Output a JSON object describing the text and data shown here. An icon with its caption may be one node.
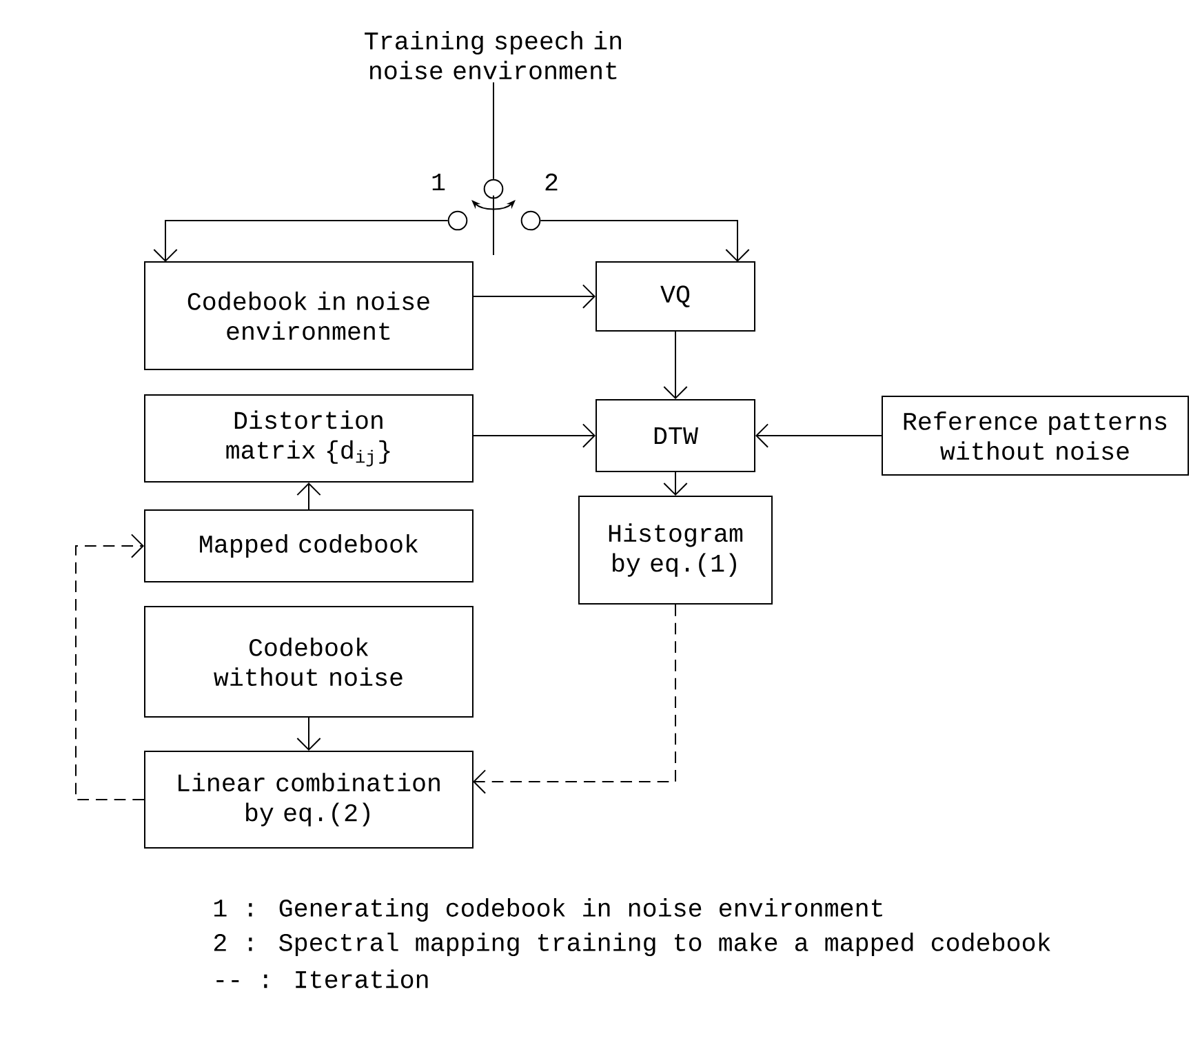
{
  "diagram": {
    "nodes": [
      {
        "text": [
          "Training speech in noise environment"
        ]
      },
      {
        "text": [],
        "shape": "circle"
      },
      {
        "text": [],
        "shape": "circle"
      },
      {
        "text": [],
        "shape": "circle"
      },
      {
        "text": [
          "Codebook in noise environment"
        ]
      },
      {
        "text": [
          "VQ"
        ]
      },
      {
        "text": [
          "Distortion matrix {d$_{ij}$}"
        ]
      },
      {
        "text": [
          "DTW"
        ]
      },
      {
        "text": [
          "Reference patterns without noise"
        ]
      },
      {
        "text": [
          "Mapped codebook"
        ]
      },
      {
        "text": [
          "Histogram by eq.(1)"
        ]
      },
      {
        "text": [
          "Codebook without noise"
        ]
      },
      {
        "text": [
          "Linear combination by eq.(2)"
        ]
      }
    ],
    "edges": [
      {
        "from": 0,
        "to": 1,
        "arrow": "none"
      },
      {
        "from": 2,
        "to": 4,
        "arrow": "to"
      },
      {
        "from": 3,
        "to": 5,
        "arrow": "to"
      },
      {
        "from": 4,
        "to": 5,
        "arrow": "to"
      },
      {
        "from": 5,
        "to": 7,
        "arrow": "to"
      },
      {
        "from": 6,
        "to": 7,
        "arrow": "to"
      },
      {
        "from": 8,
        "to": 7,
        "arrow": "to"
      },
      {
        "from": 7,
        "to": 10,
        "arrow": "to"
      },
      {
        "from": 9,
        "to": 6,
        "arrow": "to"
      },
      {
        "from": 11,
        "to": 12,
        "arrow": "to"
      },
      {
        "from": 10,
        "to": 12,
        "arrow": "to",
        "style": "dashed"
      },
      {
        "from": 12,
        "to": 9,
        "arrow": "to",
        "style": "dashed"
      }
    ],
    "labels": [
      "1",
      "2",
      "1 : Generating codebook in noise environment",
      "2 : Spectral mapping training to make a mapped codebook",
      "-- : Iteration"
    ]
  }
}
